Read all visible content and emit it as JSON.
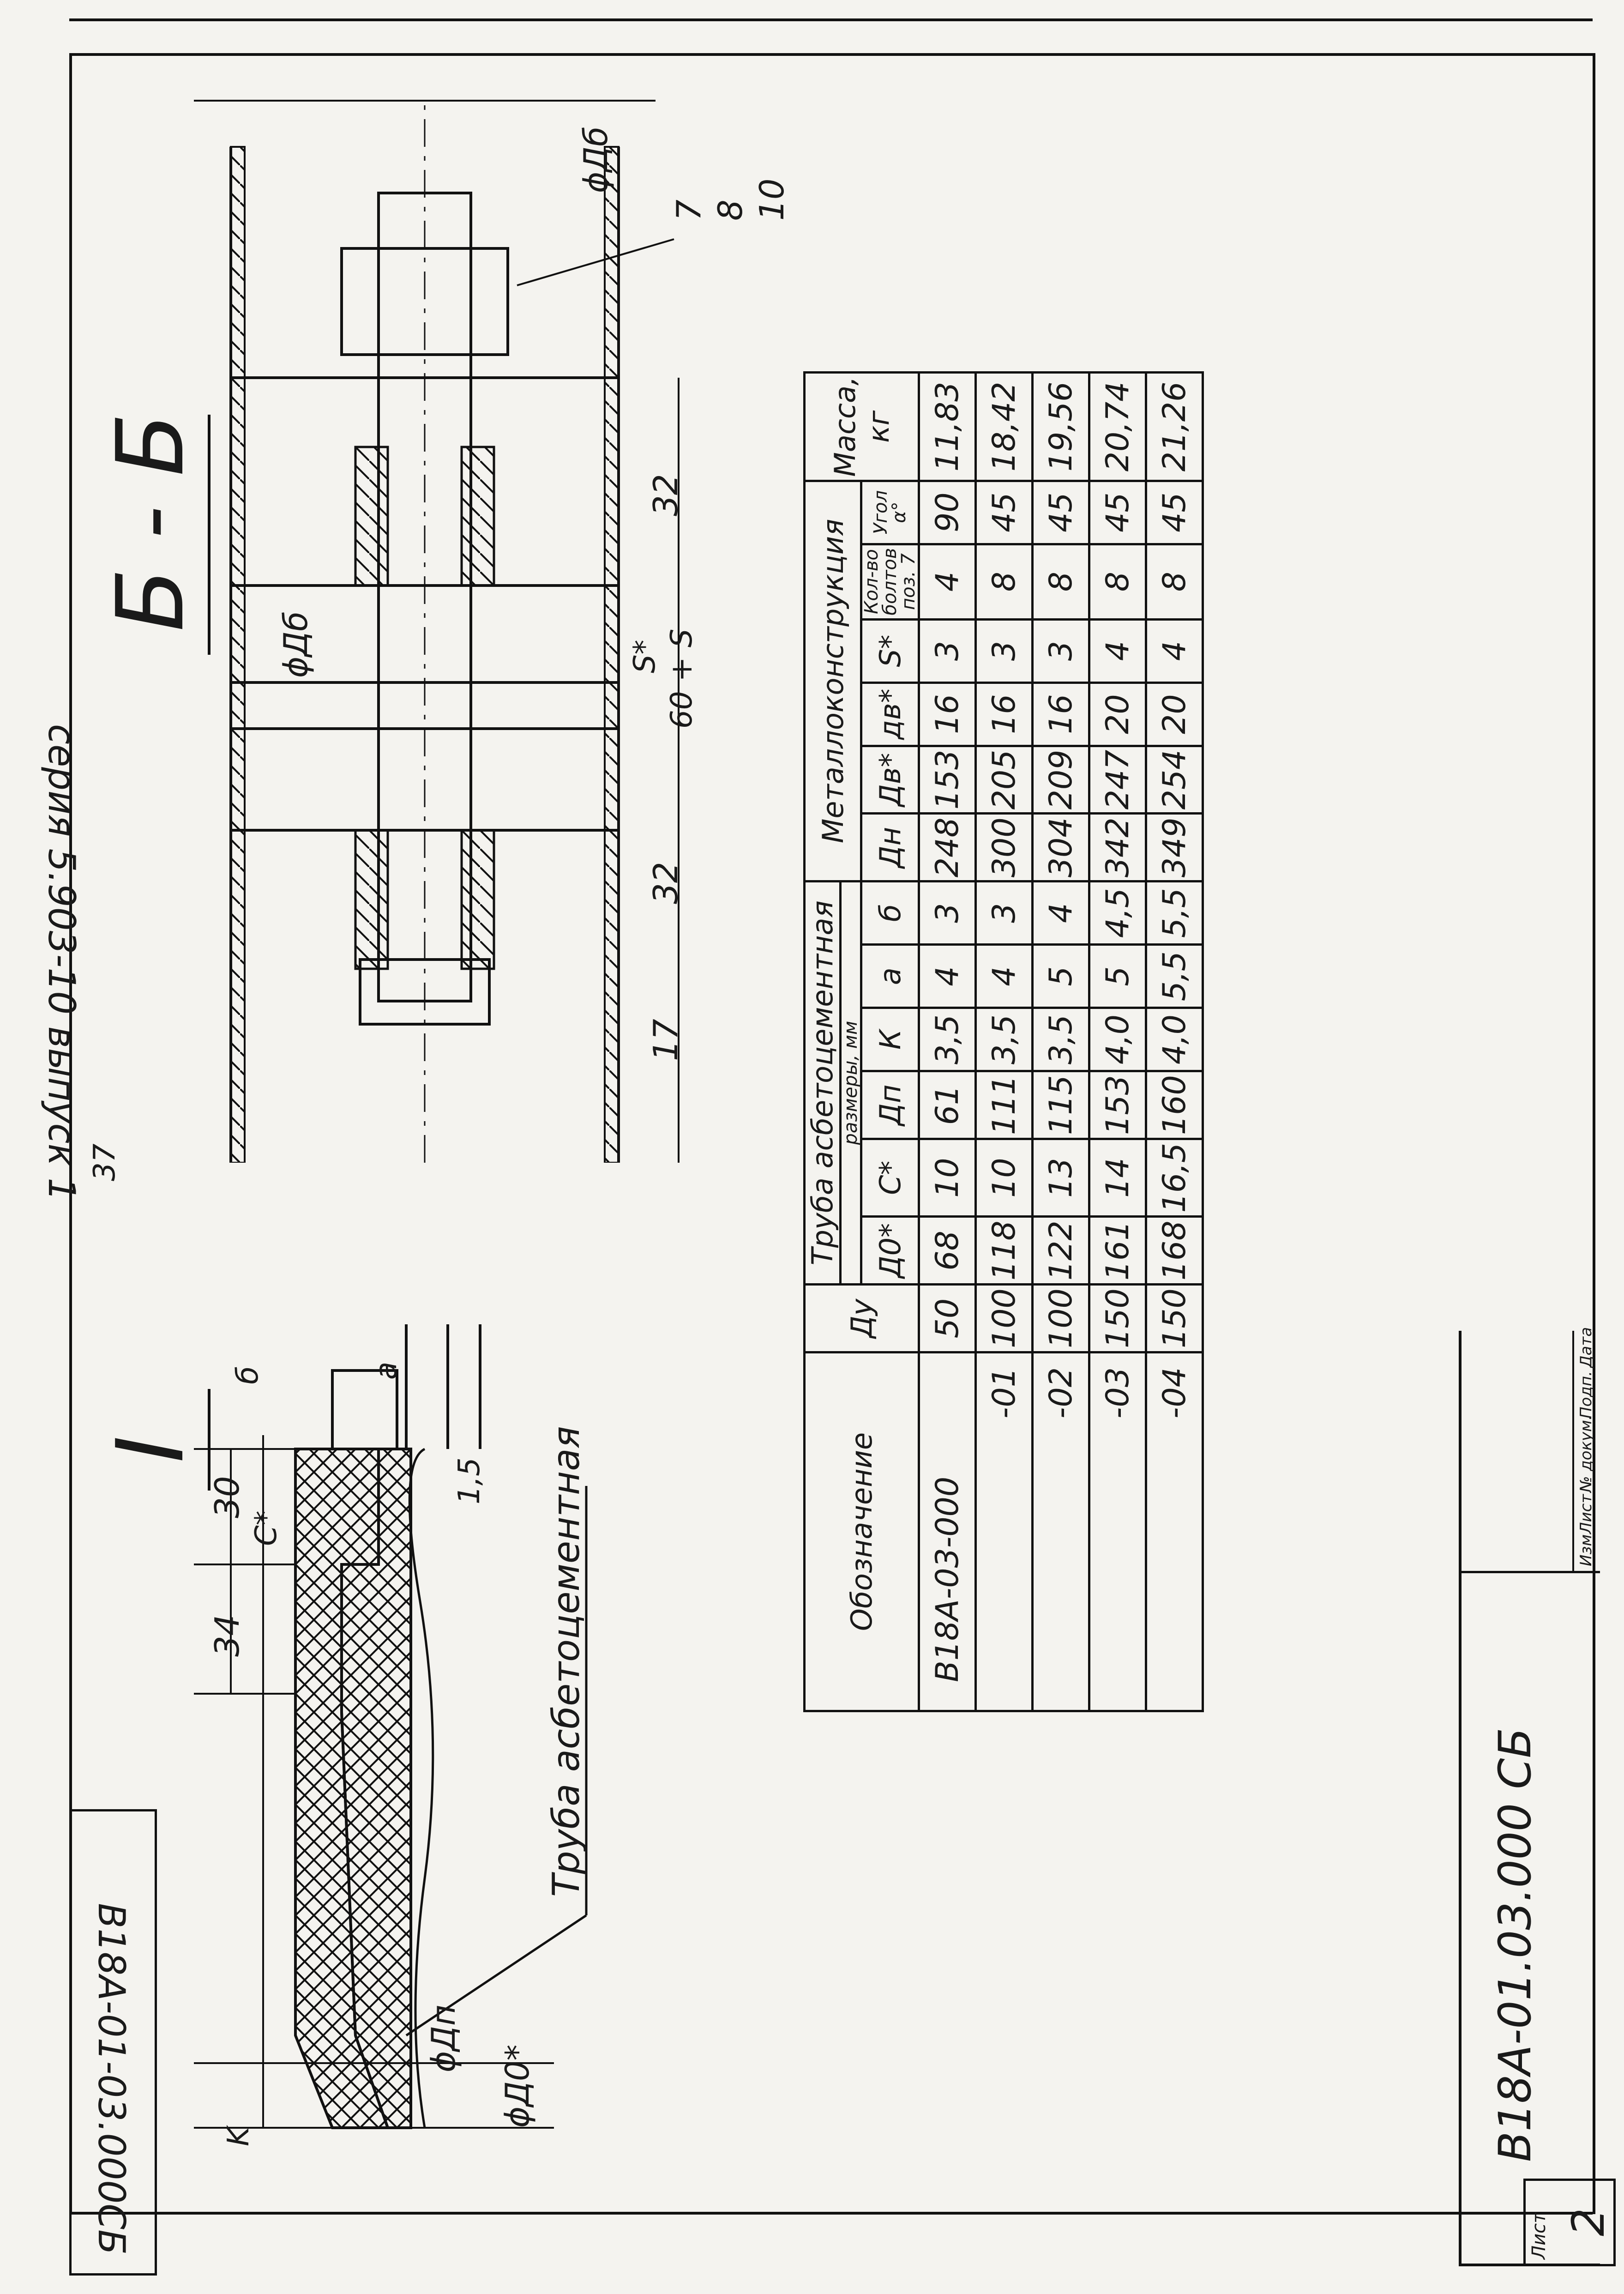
{
  "page_number_handwritten": "37",
  "section_labels": {
    "section_b": "Б - Б",
    "detail_i": "I"
  },
  "detail_i": {
    "dims": {
      "d30": "30",
      "d34": "34",
      "c_star": "C*",
      "d15": "1,5",
      "k": "K",
      "a": "a",
      "b": "б",
      "dp": "ϕДп",
      "do_star": "ϕД0*"
    },
    "caption": "Труба асбетоцементная",
    "leader_caption": "Труба асбетоцементная"
  },
  "section_b_view": {
    "dims": {
      "db_top": "ϕДб",
      "db_mid": "ϕДб",
      "d32_top": "32",
      "d32_bottom": "32",
      "d17": "17",
      "s_star": "S*",
      "d60s": "60 + S"
    },
    "positions": [
      "7",
      "8",
      "10"
    ]
  },
  "spec_table": {
    "headers": {
      "oboznachenie": "Обозначение",
      "du": "Ду",
      "truba_group": "Труба асбетоцементная",
      "razmery": "размеры, мм",
      "metallo_group": "Металлоконструкция",
      "massa": "Масса, кг",
      "cols": [
        "Д0*",
        "С*",
        "Дп",
        "К",
        "а",
        "б",
        "Дн",
        "Дв*",
        "дв*",
        "S*",
        "Кол-во болтов поз. 7",
        "Угол α°"
      ]
    },
    "rows": [
      {
        "oboz": "В18А-03-000",
        "du": "50",
        "vals": [
          "68",
          "10",
          "61",
          "3,5",
          "4",
          "3",
          "248",
          "153",
          "16",
          "3",
          "4",
          "90"
        ],
        "mass": "11,83"
      },
      {
        "oboz": "-01",
        "du": "100",
        "vals": [
          "118",
          "10",
          "111",
          "3,5",
          "4",
          "3",
          "300",
          "205",
          "16",
          "3",
          "8",
          "45"
        ],
        "mass": "18,42"
      },
      {
        "oboz": "-02",
        "du": "100",
        "vals": [
          "122",
          "13",
          "115",
          "3,5",
          "5",
          "4",
          "304",
          "209",
          "16",
          "3",
          "8",
          "45"
        ],
        "mass": "19,56"
      },
      {
        "oboz": "-03",
        "du": "150",
        "vals": [
          "161",
          "14",
          "153",
          "4,0",
          "5",
          "4,5",
          "342",
          "247",
          "20",
          "4",
          "8",
          "45"
        ],
        "mass": "20,74"
      },
      {
        "oboz": "-04",
        "du": "150",
        "vals": [
          "168",
          "16,5",
          "160",
          "4,0",
          "5,5",
          "5,5",
          "349",
          "254",
          "20",
          "4",
          "8",
          "45"
        ],
        "mass": "21,26"
      }
    ]
  },
  "title_block": {
    "document_code": "В18А-01.03.000 СБ",
    "sheet_label": "Лист",
    "sheet_number": "2",
    "captions": [
      "Изм",
      "Лист",
      "№ докум.",
      "Подп.",
      "Дата"
    ]
  },
  "side_stamp": {
    "code": "В18А-01-03.000СБ",
    "series_note": "серия 5.903-10 выпуск 1"
  }
}
